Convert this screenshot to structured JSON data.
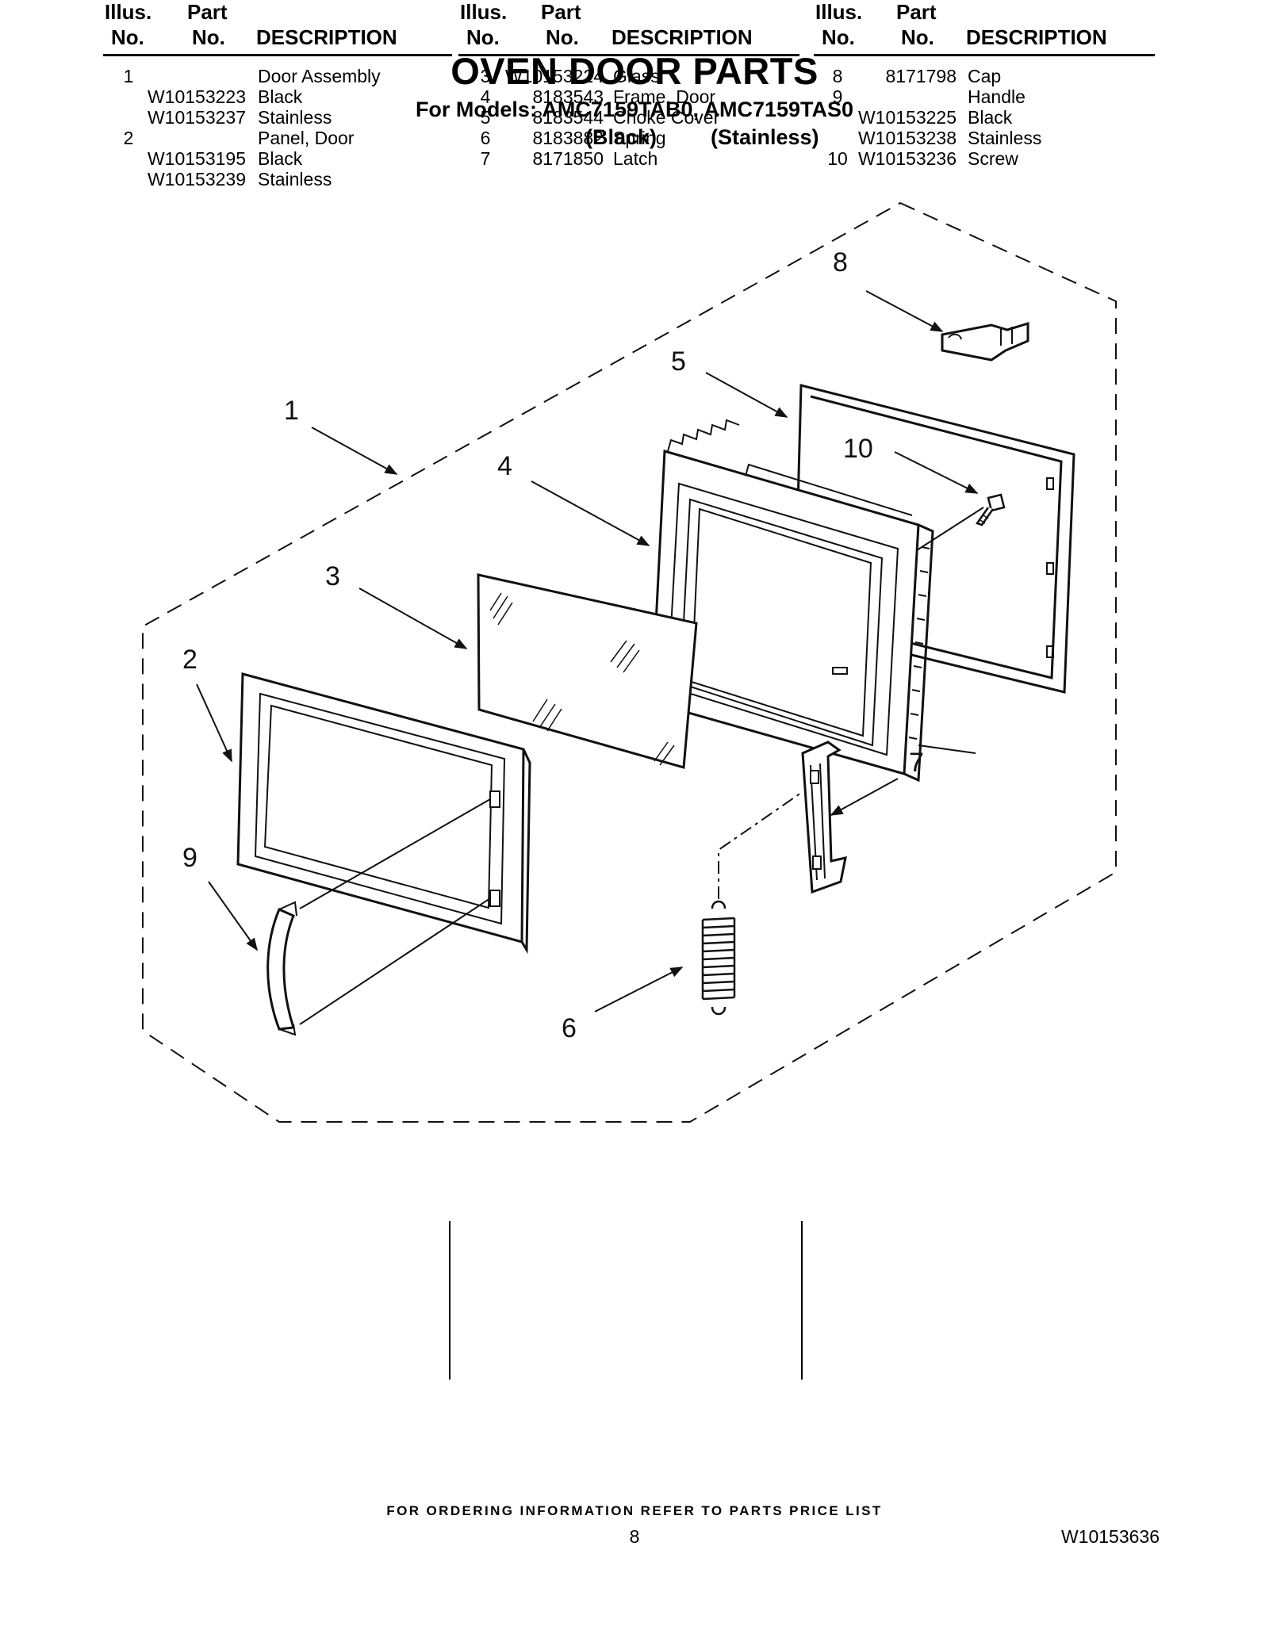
{
  "title": "OVEN DOOR PARTS",
  "subtitle": "For Models: AMC7159TAB0, AMC7159TAS0",
  "variant_labels": [
    "(Black)",
    "(Stainless)"
  ],
  "callouts": [
    "1",
    "2",
    "3",
    "4",
    "5",
    "6",
    "7",
    "8",
    "9",
    "10"
  ],
  "table_headers": {
    "illus_top": "Illus.",
    "illus_bottom": "No.",
    "part_top": "Part",
    "part_bottom": "No.",
    "description": "DESCRIPTION"
  },
  "columns": [
    [
      {
        "illus": "1",
        "part": "",
        "desc": "Door Assembly"
      },
      {
        "illus": "",
        "part": "W10153223",
        "desc": "Black"
      },
      {
        "illus": "",
        "part": "W10153237",
        "desc": "Stainless"
      },
      {
        "illus": "2",
        "part": "",
        "desc": "Panel, Door"
      },
      {
        "illus": "",
        "part": "W10153195",
        "desc": "Black"
      },
      {
        "illus": "",
        "part": "W10153239",
        "desc": "Stainless"
      }
    ],
    [
      {
        "illus": "3",
        "part": "W10153224",
        "desc": "Glass"
      },
      {
        "illus": "4",
        "part": "8183543",
        "desc": "Frame, Door"
      },
      {
        "illus": "5",
        "part": "8183544",
        "desc": "Choke Cover"
      },
      {
        "illus": "6",
        "part": "8183882",
        "desc": "Spring"
      },
      {
        "illus": "7",
        "part": "8171850",
        "desc": "Latch"
      }
    ],
    [
      {
        "illus": "8",
        "part": "8171798",
        "desc": "Cap"
      },
      {
        "illus": "9",
        "part": "",
        "desc": "Handle"
      },
      {
        "illus": "",
        "part": "W10153225",
        "desc": "Black"
      },
      {
        "illus": "",
        "part": "W10153238",
        "desc": "Stainless"
      },
      {
        "illus": "10",
        "part": "W10153236",
        "desc": "Screw"
      }
    ]
  ],
  "footer_note": "FOR ORDERING INFORMATION REFER TO PARTS PRICE LIST",
  "page_number": "8",
  "document_id": "W10153636"
}
